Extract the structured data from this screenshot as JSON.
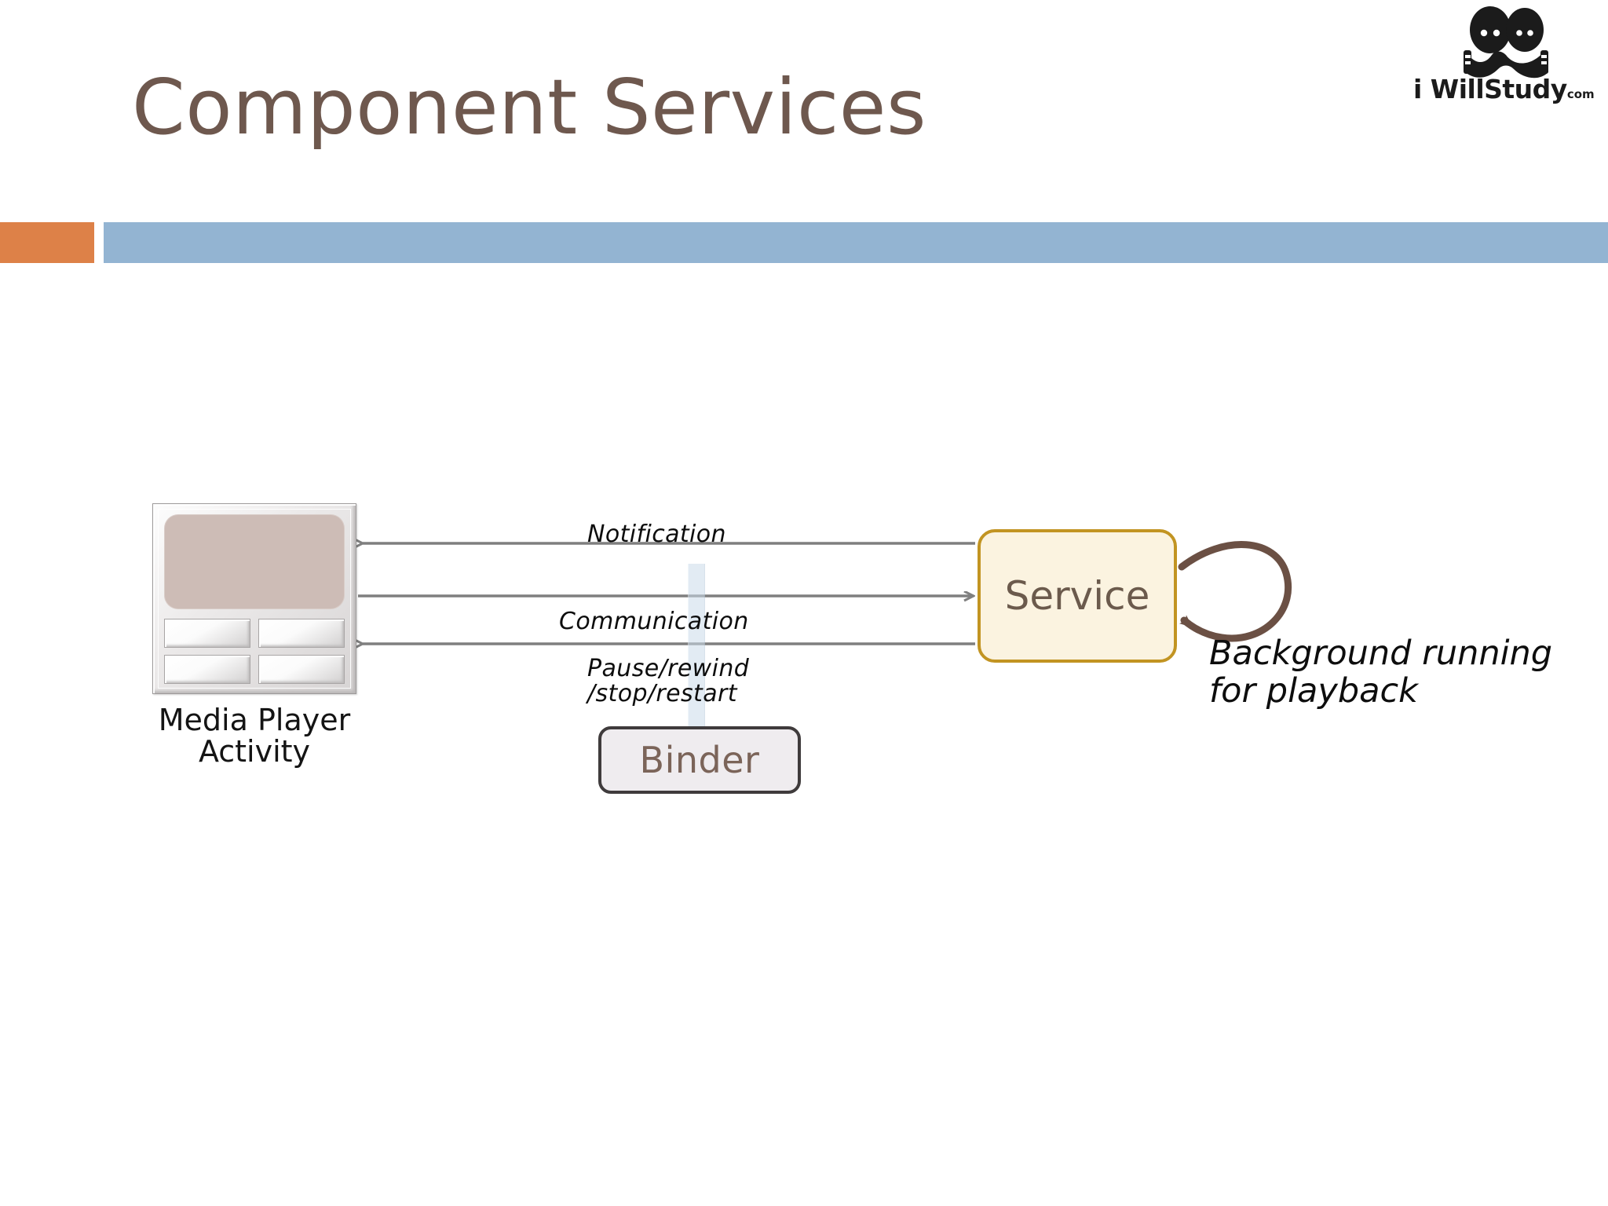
{
  "slide": {
    "title": "Component Services",
    "background_color": "#ffffff",
    "title_color": "#6e584e",
    "accent_orange": "#dd8148",
    "accent_blue": "#93b4d2"
  },
  "logo": {
    "name": "iwillstudy-logo",
    "wordmark": "i WillStudy",
    "suffix": "com",
    "color": "#1b1b1b"
  },
  "diagram": {
    "type": "component-interaction",
    "nodes": [
      {
        "id": "media-player-activity",
        "label_line1": "Media Player",
        "label_line2": "Activity",
        "kind": "device-icon",
        "screen_color": "#cdbcb6",
        "bezel_color": "#e3e0e0"
      },
      {
        "id": "binder",
        "label": "Binder",
        "kind": "rounded-box",
        "fill": "#efecef",
        "border": "#3f3b3c",
        "text_color": "#7b6459"
      },
      {
        "id": "service",
        "label": "Service",
        "kind": "rounded-box",
        "fill": "#fbf3e0",
        "border": "#c29422",
        "text_color": "#6b5a4c"
      }
    ],
    "edges": [
      {
        "id": "notification",
        "label": "Notification",
        "from": "service",
        "to": "media-player-activity",
        "direction": "left",
        "color": "#7f7f7f"
      },
      {
        "id": "communication",
        "label": "Communication",
        "from": "media-player-activity",
        "to": "service",
        "direction": "right",
        "color": "#7f7f7f"
      },
      {
        "id": "playback-control",
        "label_line1": "Pause/rewind",
        "label_line2": "/stop/restart",
        "from": "service",
        "to": "media-player-activity",
        "direction": "left",
        "color": "#7f7f7f"
      }
    ],
    "self_loop": {
      "id": "service-self-loop",
      "on": "service",
      "color": "#6b5044",
      "note_line1": "Background running",
      "note_line2": "for playback"
    }
  }
}
